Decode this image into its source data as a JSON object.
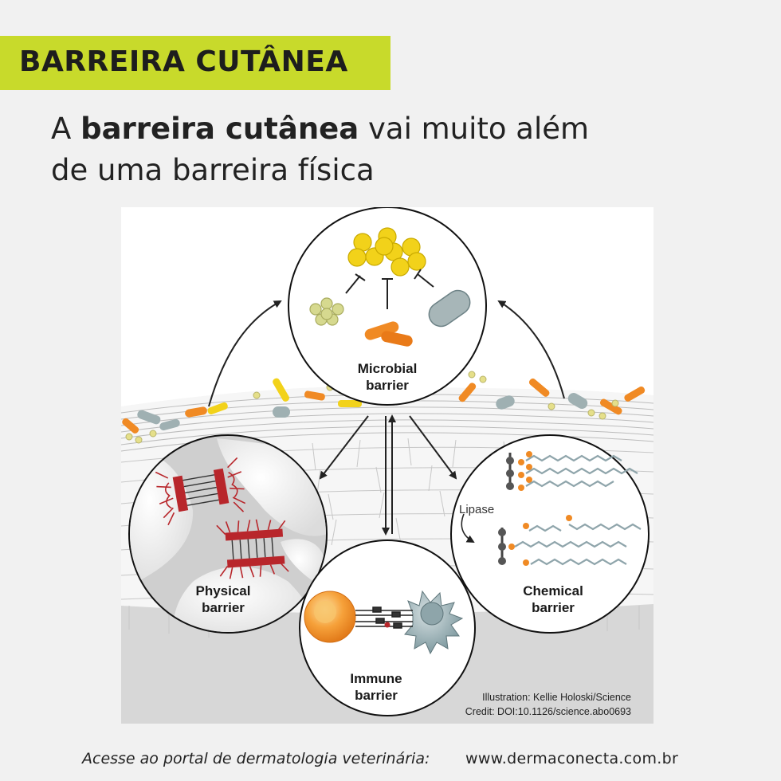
{
  "header": {
    "tag": "BARREIRA CUTÂNEA",
    "headline_before": "A ",
    "headline_bold": "barreira cutânea",
    "headline_line1_after": " vai muito além",
    "headline_line2": "de uma barreira física"
  },
  "figure": {
    "microbial_label_1": "Microbial",
    "microbial_label_2": "barrier",
    "physical_label_1": "Physical",
    "physical_label_2": "barrier",
    "chemical_label_1": "Chemical",
    "chemical_label_2": "barrier",
    "immune_label_1": "Immune",
    "immune_label_2": "barrier",
    "lipase_label": "Lipase",
    "credit_line_1": "Illustration: Kellie Holoski/Science",
    "credit_line_2": "Credit: DOI:10.1126/science.abo0693"
  },
  "footer": {
    "lead": "Acesse ao portal de dermatologia veterinária:",
    "url": "www.dermaconecta.com.br"
  },
  "colors": {
    "tag_bg": "#c8da2b",
    "orange": "#f08a24",
    "yellow": "#f2d21a",
    "red": "#b8262b",
    "gray_dark": "#555555"
  }
}
